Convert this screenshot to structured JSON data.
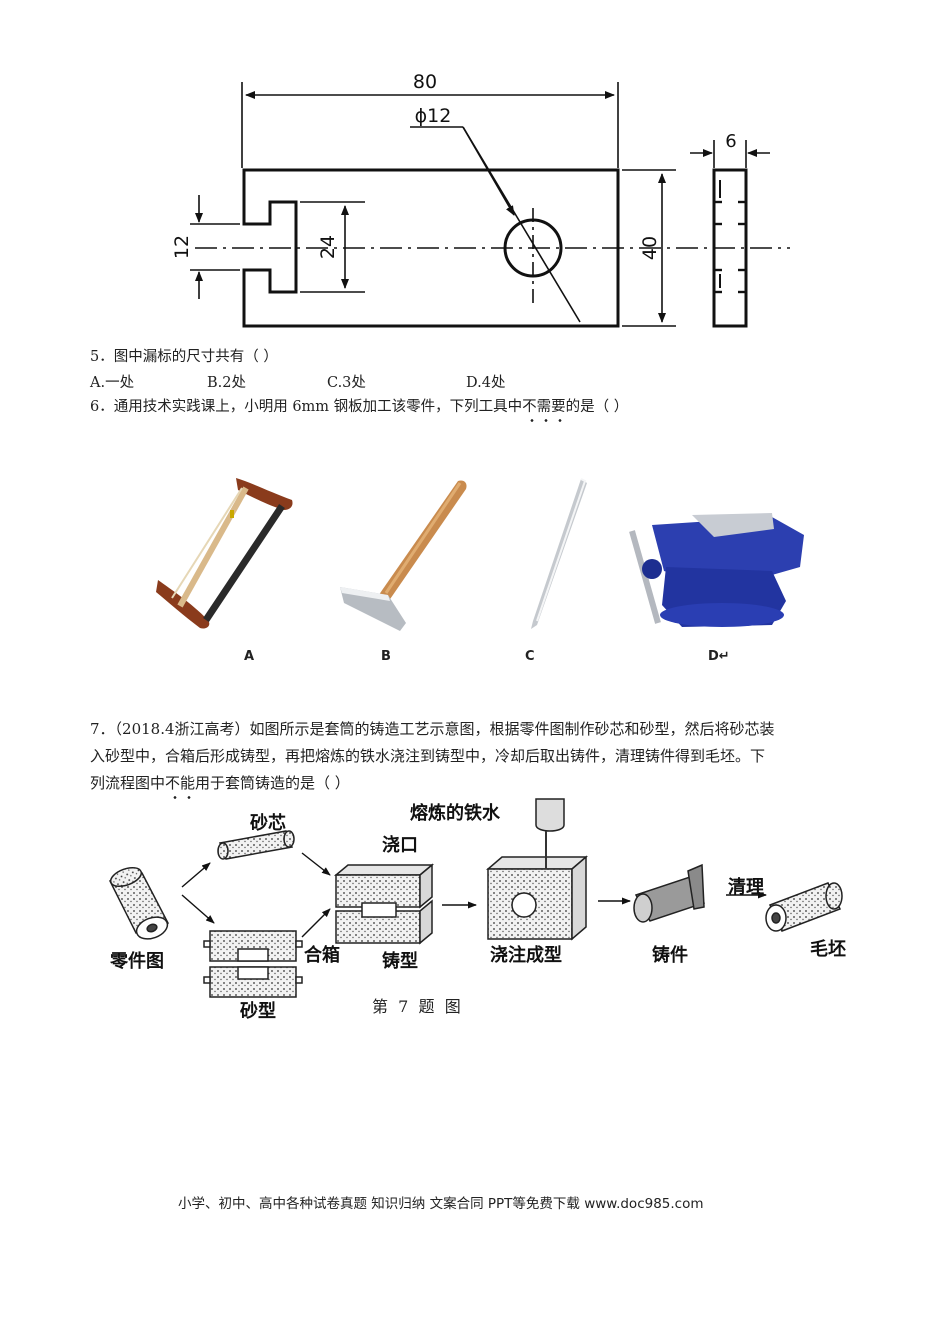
{
  "drawing": {
    "dim_80": "80",
    "dim_phi12": "ϕ12",
    "dim_6": "6",
    "dim_12": "12",
    "dim_24": "24",
    "dim_40": "40"
  },
  "q5": {
    "stem": "5．图中漏标的尺寸共有（    ）",
    "options": [
      "A.一处",
      "B.2处",
      "C.3处",
      "D.4处"
    ]
  },
  "q6": {
    "stem_before": "6．通用技术实践课上，小明用 6mm 钢板加工该零件，下列工具中",
    "stem_emph": "不需要",
    "stem_after": "的是（    ）",
    "labels": [
      "A",
      "B",
      "C",
      "D↵"
    ]
  },
  "q7": {
    "line1": "7．（2018.4浙江高考）如图所示是套筒的铸造工艺示意图，根据零件图制作砂芯和砂型，然后将砂芯装",
    "line2": "入砂型中，合箱后形成铸型，再把熔炼的铁水浇注到铸型中，冷却后取出铸件，清理铸件得到毛坯。下",
    "line3_before": "列流程图中",
    "line3_emph": "不能",
    "line3_after": "用于套筒铸造的是（    ）",
    "figure": {
      "sand_core": "砂芯",
      "molten_iron": "熔炼的铁水",
      "sprue": "浇口",
      "part_drawing": "零件图",
      "closing_box": "合箱",
      "mold": "铸型",
      "sand_mold": "砂型",
      "pouring": "浇注成型",
      "casting": "铸件",
      "cleaning": "清理",
      "blank": "毛坯",
      "caption": "第  7  题  图"
    }
  },
  "footer": "小学、初中、高中各种试卷真题 知识归纳 文案合同 PPT等免费下载   www.doc985.com"
}
